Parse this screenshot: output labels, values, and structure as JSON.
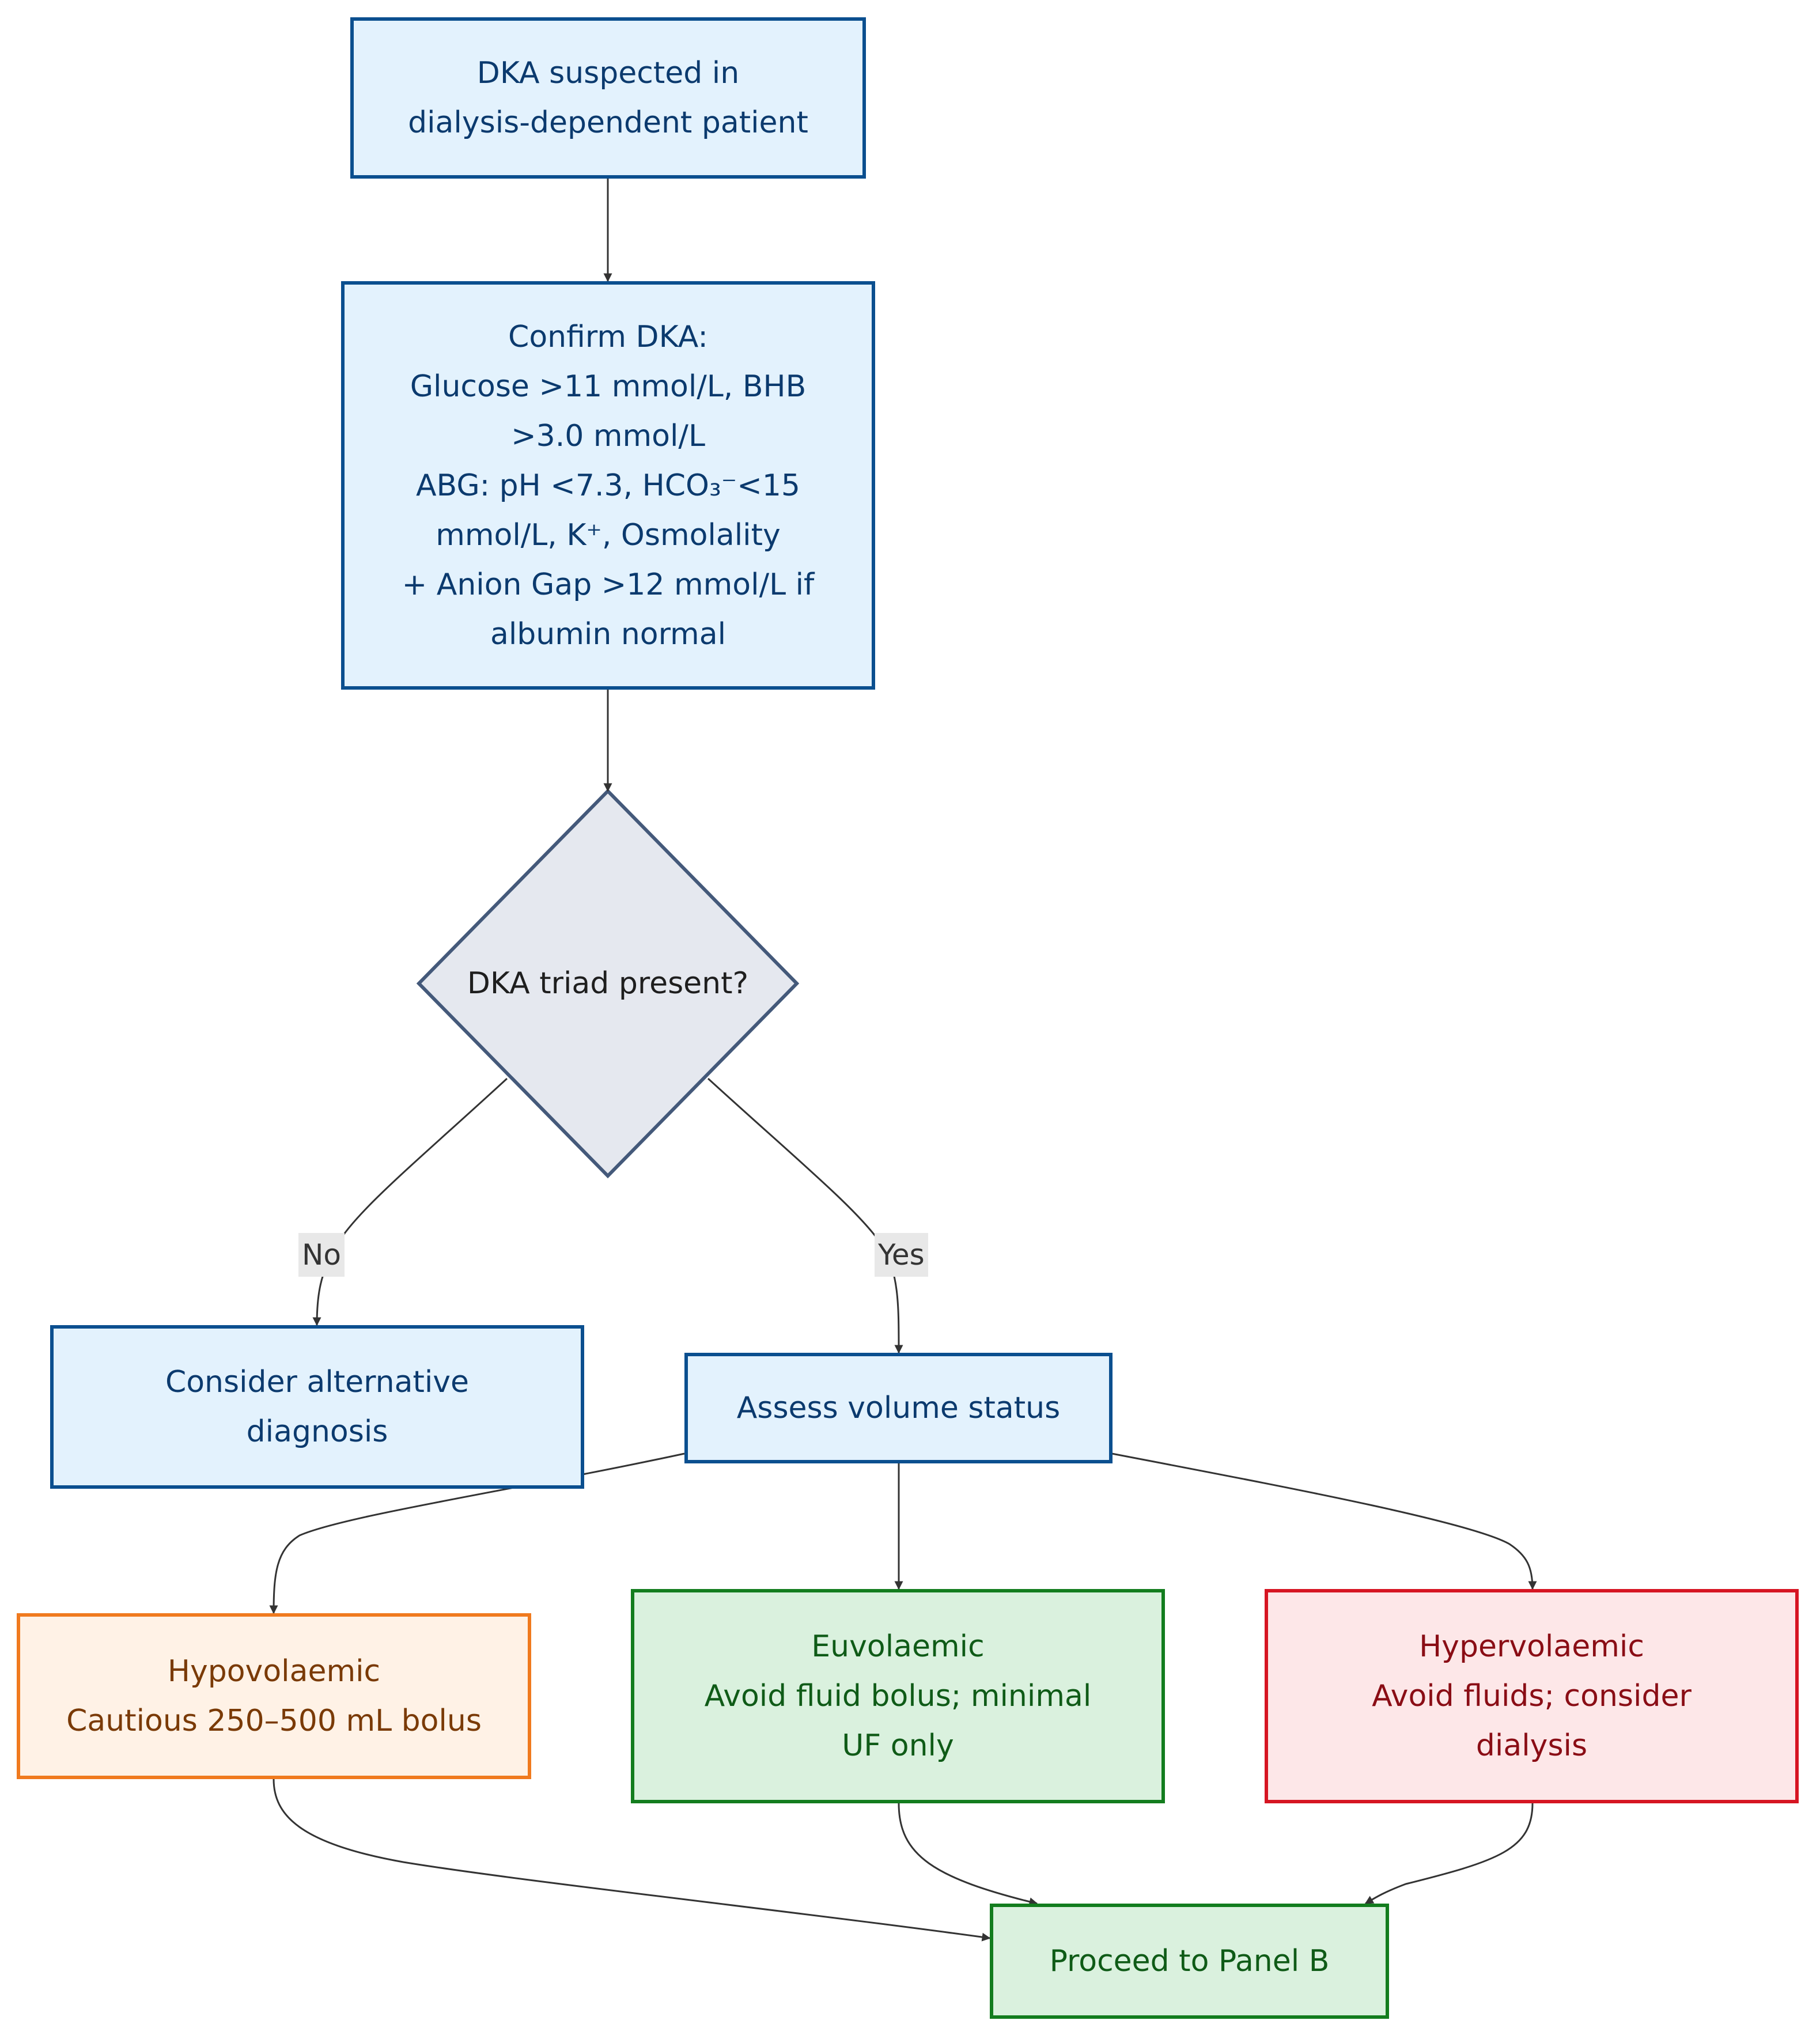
{
  "nodes": {
    "start": {
      "lines": [
        "DKA suspected in",
        "dialysis-dependent patient"
      ]
    },
    "confirm": {
      "lines": [
        "Confirm DKA:",
        "Glucose >11 mmol/L, BHB",
        ">3.0 mmol/L",
        "ABG: pH <7.3, HCO₃⁻<15",
        "mmol/L, K⁺, Osmolality",
        "+ Anion Gap >12 mmol/L if",
        "albumin normal"
      ]
    },
    "triad": {
      "text": "DKA triad present?"
    },
    "alternative": {
      "lines": [
        "Consider alternative",
        "diagnosis"
      ]
    },
    "assess": {
      "lines": [
        "Assess volume status"
      ]
    },
    "hypo": {
      "lines": [
        "Hypovolaemic",
        "Cautious 250–500 mL bolus"
      ]
    },
    "eu": {
      "lines": [
        "Euvolaemic",
        "Avoid fluid bolus; minimal",
        "UF only"
      ]
    },
    "hyper": {
      "lines": [
        "Hypervolaemic",
        "Avoid fluids; consider",
        "dialysis"
      ]
    },
    "panel": {
      "lines": [
        "Proceed to Panel B"
      ]
    }
  },
  "edges": {
    "no_label": "No",
    "yes_label": "Yes"
  },
  "colors": {
    "process_fill": "#e3f2fd",
    "process_border": "#0b4f8f",
    "decision_fill": "#e5e8ef",
    "decision_border": "#44597a",
    "hypo_fill": "#fff2e6",
    "hypo_border": "#f07a1e",
    "eu_fill": "#daf1de",
    "eu_border": "#137d1e",
    "hyper_fill": "#fde7e8",
    "hyper_border": "#d61522",
    "edge": "#333333"
  }
}
